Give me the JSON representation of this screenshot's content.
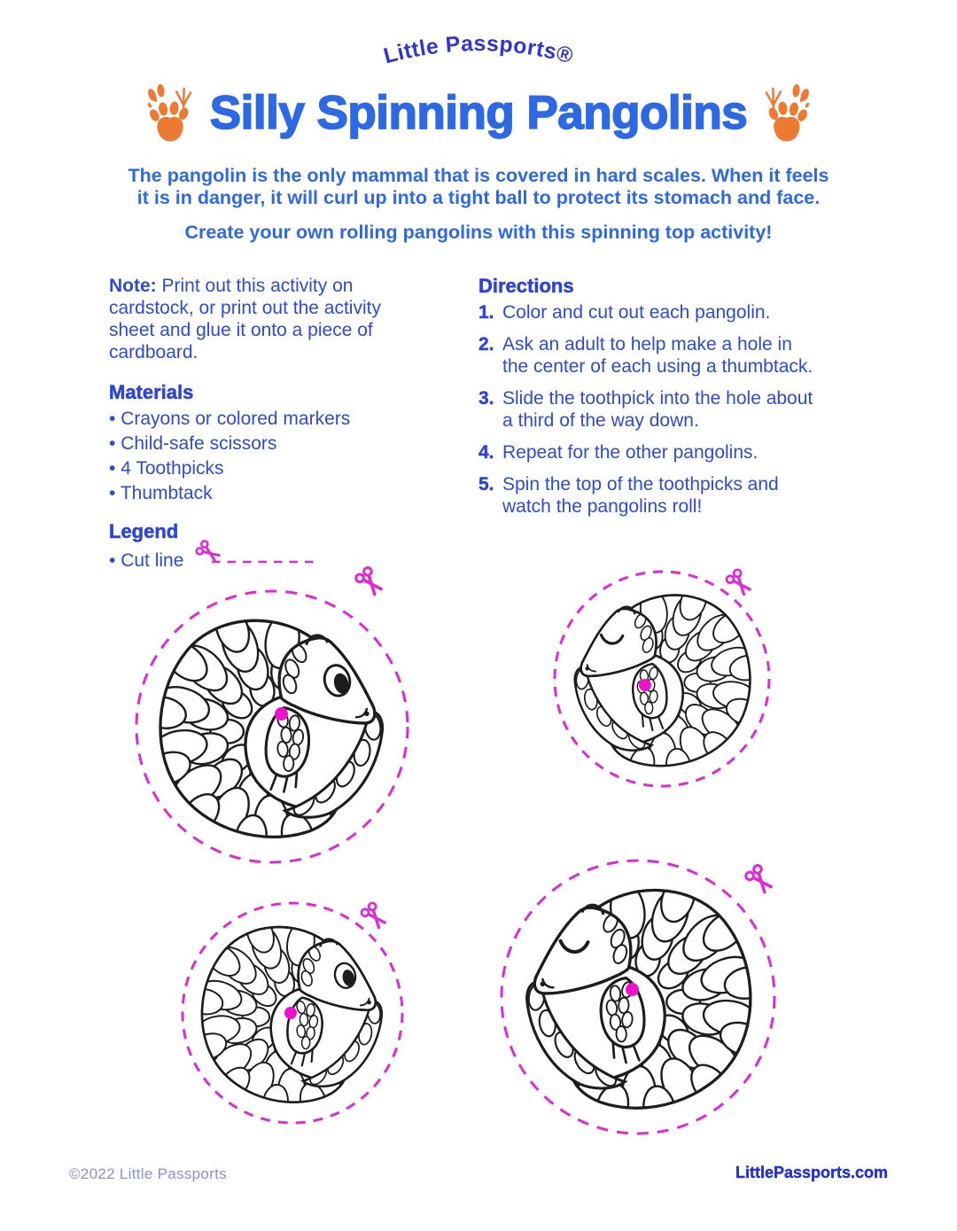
{
  "colors": {
    "title_blue": "#2E69E5",
    "body_blue": "#2C4AD6",
    "logo_indigo": "#3434CF",
    "track_orange": "#ED7A33",
    "cutline_magenta": "#DD2AD4",
    "dot_magenta": "#F011CB",
    "line_art": "#1d1d1d",
    "footer_muted": "#8A8FD9",
    "footer_link": "#2433CE"
  },
  "header": {
    "logo": "Little Passports®",
    "title": "Silly Spinning Pangolins",
    "intro_line1": "The pangolin is the only mammal that is covered in hard scales. When it feels",
    "intro_line2": "it is in danger, it will curl up into a tight ball to protect its stomach and face.",
    "subtitle": "Create your own rolling pangolins with this spinning top activity!"
  },
  "note": {
    "label": "Note:",
    "text": "Print out this activity on cardstock, or print out the activity sheet and glue it onto a piece of cardboard."
  },
  "materials": {
    "heading": "Materials",
    "items": [
      "Crayons or colored markers",
      "Child-safe scissors",
      "4 Toothpicks",
      "Thumbtack"
    ]
  },
  "legend": {
    "heading": "Legend",
    "cut_line_label": "Cut line"
  },
  "directions": {
    "heading": "Directions",
    "steps": [
      {
        "num": "1.",
        "text": "Color and cut out each pangolin."
      },
      {
        "num": "2.",
        "text": "Ask an adult to help make a hole in the center of each using a thumbtack."
      },
      {
        "num": "3.",
        "text": "Slide the toothpick into the hole about a third of the way down."
      },
      {
        "num": "4.",
        "text": "Repeat for the other pangolins."
      },
      {
        "num": "5.",
        "text": "Spin the top of the toothpicks and watch the pangolins roll!"
      }
    ]
  },
  "cutouts": {
    "count": 4,
    "icons": {
      "cut_marker": "scissors-icon",
      "center_hole": "thumbtack-dot"
    }
  },
  "icons": {
    "header_tracks": [
      "hoof-print-icon",
      "bird-track-icon",
      "paw-print-icon"
    ]
  },
  "footer": {
    "copyright": "©2022 Little Passports",
    "website": "LittlePassports.com"
  }
}
